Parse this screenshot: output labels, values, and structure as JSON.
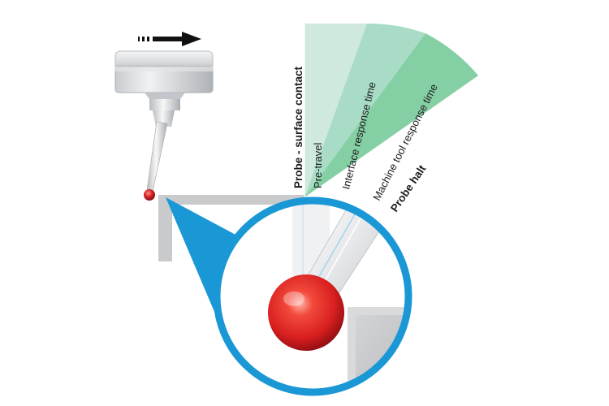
{
  "labels": {
    "probe_surface_contact": "Probe - surface contact",
    "pre_travel": "Pre-travel",
    "interface_response_time": "Interface response time",
    "machine_tool_response_time": "Machine tool response time",
    "probe_halt": "Probe halt"
  },
  "colors": {
    "band_pre_travel": "#cfe9dc",
    "band_interface": "#a9dcc7",
    "band_machine_tool": "#84cfa4",
    "callout_blue": "#1a97d5",
    "stylus_ball": "#e02424",
    "workpiece_grey": "#c4c5c7",
    "label_text": "#1c1c1c"
  },
  "icons": {
    "motion_arrow": "arrow-right-icon"
  }
}
